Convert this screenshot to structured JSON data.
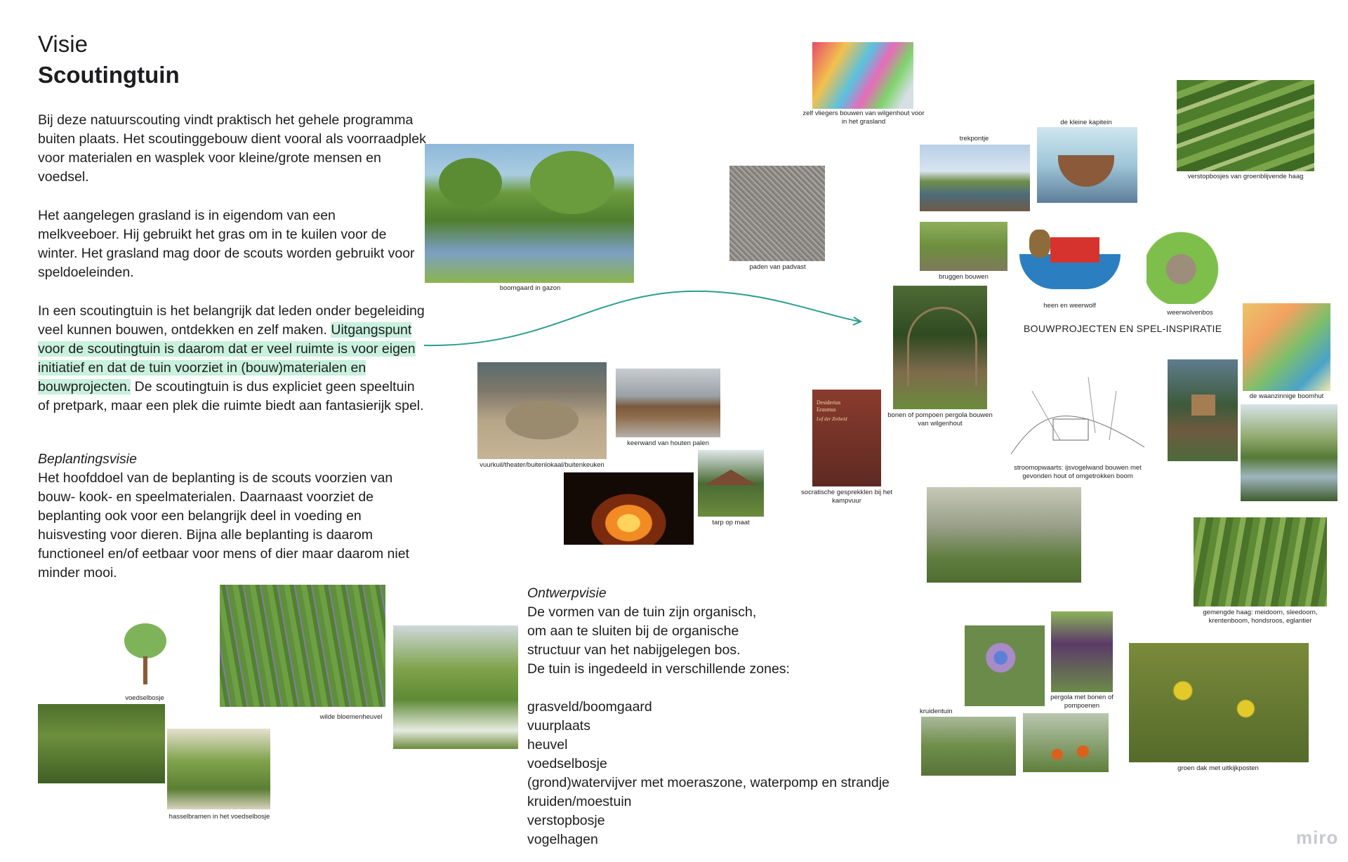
{
  "title": {
    "line1": "Visie",
    "line2": "Scoutingtuin"
  },
  "intro": {
    "p1": "Bij deze natuurscouting vindt praktisch het gehele programma buiten plaats. Het scoutinggebouw dient vooral als voorraadplek voor materialen en wasplek voor kleine/grote mensen en voedsel.",
    "p2": "Het aangelegen grasland is in eigendom van een melkveeboer. Hij gebruikt het gras om in te kuilen voor de winter. Het grasland mag door de scouts worden gebruikt voor speldoeleinden.",
    "p3_a": "In een scoutingtuin is het belangrijk dat leden onder begeleiding veel kunnen bouwen, ontdekken en zelf maken.",
    "p3_highlight": "Uitgangspunt voor de scoutingtuin is daarom dat er veel ruimte is voor eigen initiatief en dat de tuin voorziet in (bouw)materialen en bouwprojecten.",
    "p3_b": " De scoutingtuin is dus expliciet geen speeltuin of pretpark, maar een plek die ruimte biedt aan fantasierijk spel."
  },
  "planting": {
    "heading": "Beplantingsvisie",
    "text": "Het hoofddoel van de beplanting is de scouts voorzien van bouw- kook- en speelmaterialen. Daarnaast voorziet de beplanting ook voor een belangrijk deel in voeding en huisvesting voor dieren. Bijna alle beplanting is daarom functioneel en/of eetbaar voor mens of dier maar daarom niet minder mooi."
  },
  "design": {
    "heading": "Ontwerpvisie",
    "lines": [
      "De vormen van de tuin zijn organisch,",
      "om aan te sluiten bij de organische",
      "structuur van het nabijgelegen bos.",
      "De tuin is ingedeeld in verschillende zones:"
    ],
    "zones": [
      "grasveld/boomgaard",
      "vuurplaats",
      "heuvel",
      "voedselbosje",
      "(grond)watervijver met moeraszone, waterpomp en strandje",
      "kruiden/moestuin",
      "verstopbosje",
      "vogelhagen"
    ]
  },
  "section_label": "BOUWPROJECTEN EN SPEL-INSPIRATIE",
  "captions": {
    "boomgaard": "boomgaard in gazon",
    "padvast": "paden van padvast",
    "vliegers": "zelf vliegers bouwen van wilgenhout voor in het grasland",
    "trekpontje": "trekpontje",
    "kapitein": "de kleine kapitein",
    "verstopbosjes": "verstopbosjes van groenblijvende haag",
    "bruggen": "bruggen bouwen",
    "weerwolf": "heen en weerwolf",
    "weerwolvenbos": "weerwolvenbos",
    "pergola": "bonen of pompoen pergola bouwen van wilgenhout",
    "boomhut": "de waanzinnige boomhut",
    "vuurkuil": "vuurkuil/theater/buitenlokaal/buitenkeuken",
    "keerwand": "keerwand van houten palen",
    "tarp": "tarp op maat",
    "socratisch": "socratische gesprekklen bij het kampvuur",
    "stroomop": "stroomopwaarts: ijsvogelwand bouwen met gevonden hout of omgetrokken boom",
    "haag": "gemengde haag: meidoorn, sleedoorn, krentenboom, hondsroos, eglantier",
    "kruidentuin": "kruidentuin",
    "pergola_bonen": "pergola met bonen of pompoenen",
    "groendak": "groen dak met uitkijkposten",
    "voedselbosje": "voedselbosje",
    "bloemenheuvel": "wilde bloemenheuvel",
    "hasselbramen": "hasselbramen in het voedselbosje"
  },
  "book": {
    "author": "Desiderius Erasmus",
    "title": "Lof der Zotheid"
  },
  "brand": "miro",
  "colors": {
    "highlight": "#c9f1dd",
    "arrow": "#2a9d8f"
  }
}
